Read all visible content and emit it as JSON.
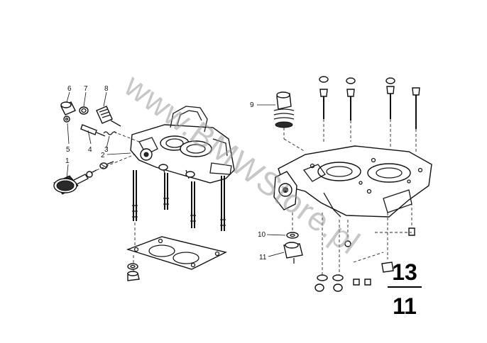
{
  "callouts": {
    "c1": "1",
    "c2": "2",
    "c3": "3",
    "c4": "4",
    "c5": "5",
    "c6": "6",
    "c7": "7",
    "c8": "8",
    "c9": "9",
    "c10": "10",
    "c11": "11"
  },
  "page_ref": {
    "top": "13",
    "bottom": "11"
  },
  "watermark": "www.BMWStore.pl"
}
